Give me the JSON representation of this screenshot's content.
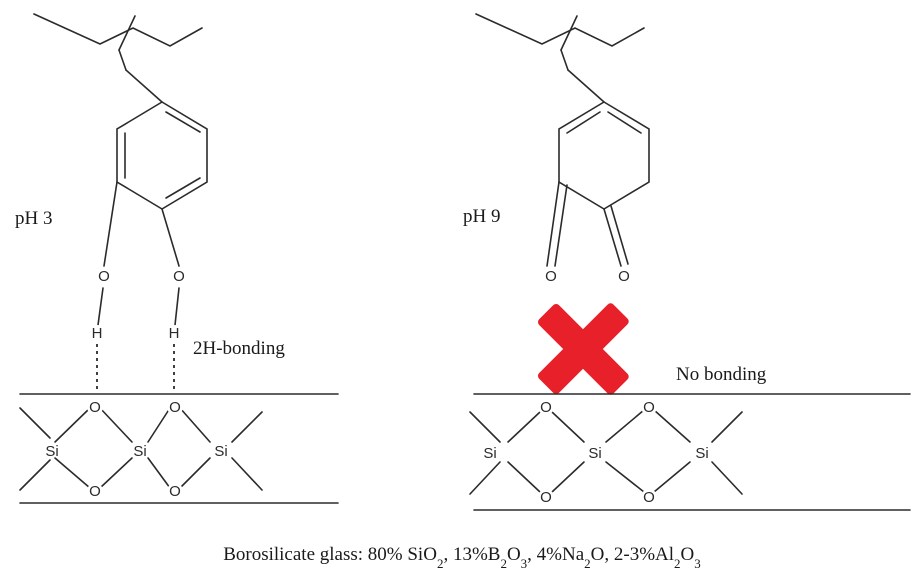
{
  "left_panel": {
    "ph_label": "pH 3",
    "bonding_label": "2H-bonding",
    "atoms": {
      "oxygen": "O",
      "hydrogen": "H",
      "silicon": "Si"
    }
  },
  "right_panel": {
    "ph_label": "pH 9",
    "bonding_label": "No bonding",
    "atoms": {
      "oxygen": "O",
      "silicon": "Si"
    }
  },
  "caption": {
    "prefix": "Borosilicate glass: 80% SiO",
    "sio2_sub": "2",
    "part2": ", 13%B",
    "b2o3_sub1": "2",
    "b2o3_o": "O",
    "b2o3_sub2": "3",
    "part3": ", 4%Na",
    "na2o_sub": "2",
    "na2o_o": "O, 2-3%Al",
    "al2o3_sub1": "2",
    "al2o3_o": "O",
    "al2o3_sub2": "3"
  },
  "colors": {
    "cross": "#e8202a",
    "ink": "#2b2b2b"
  }
}
